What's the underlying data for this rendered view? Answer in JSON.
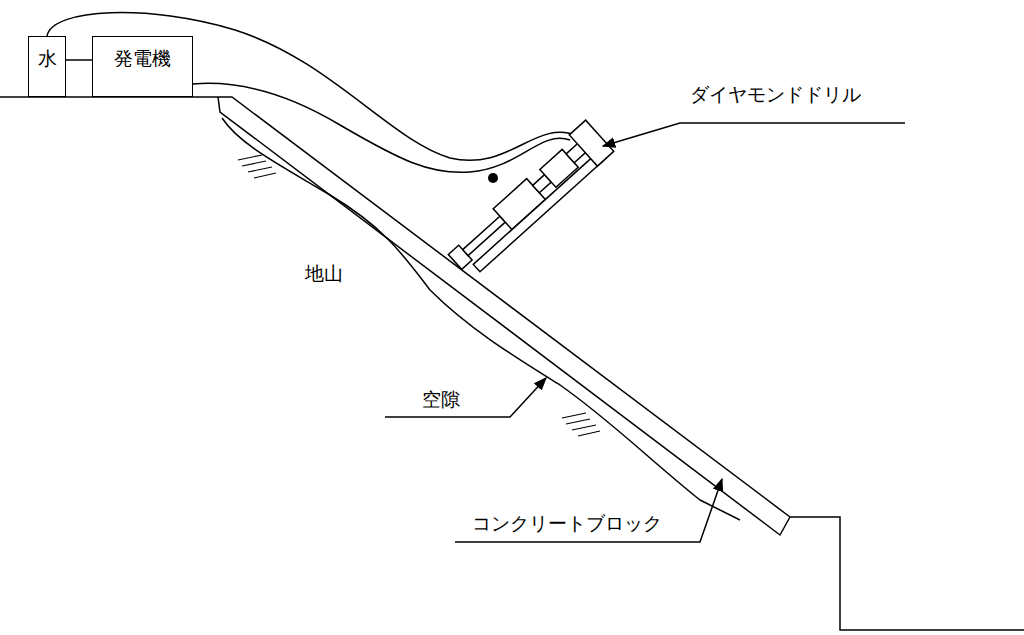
{
  "diagram": {
    "nodes": [
      {
        "text": [
          "水"
        ]
      },
      {
        "text": [
          "発電機"
        ]
      }
    ],
    "labels": [
      "ダイヤモンドドリル",
      "地山",
      "空隙",
      "コンクリートブロック"
    ]
  }
}
